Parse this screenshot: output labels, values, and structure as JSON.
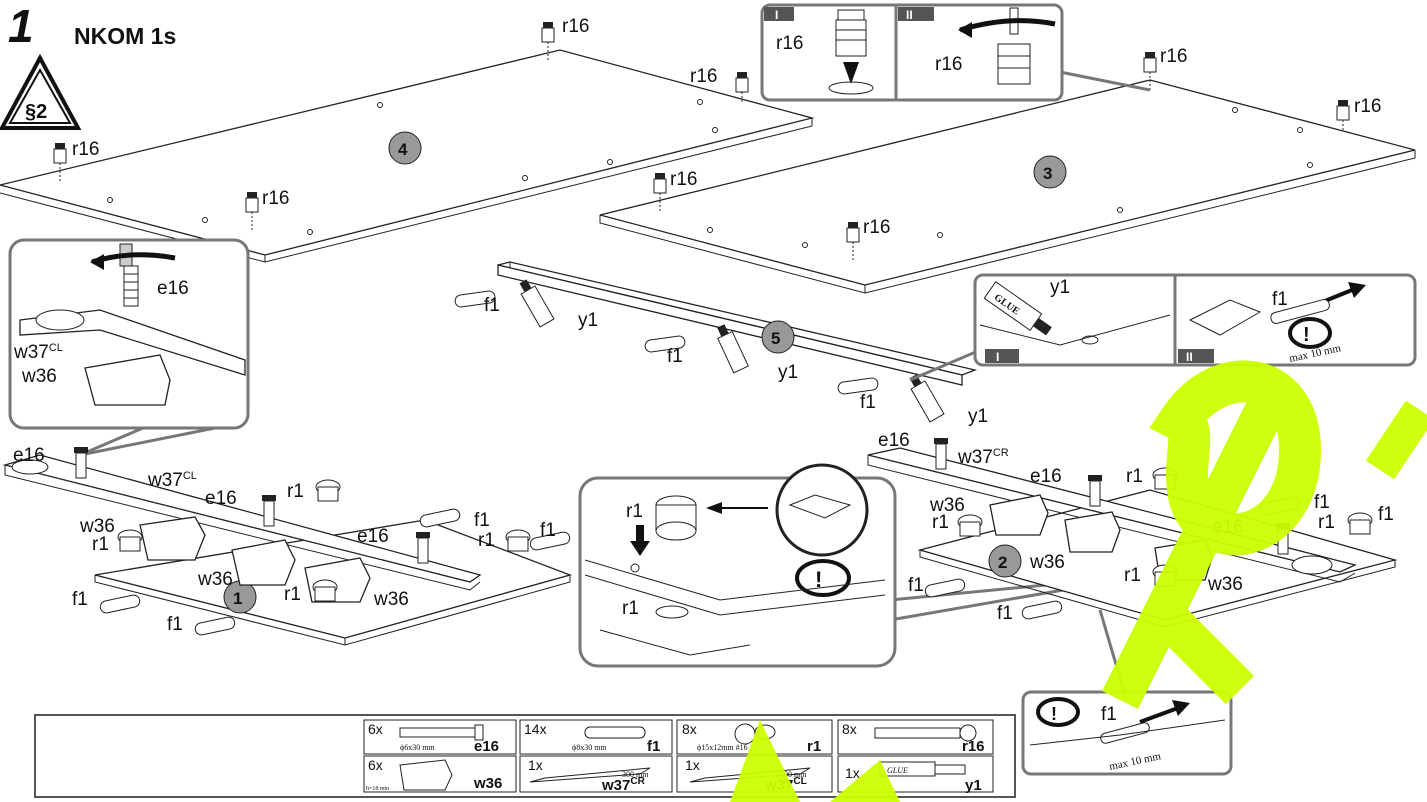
{
  "step": {
    "number": "1",
    "title": "NKOM 1s",
    "warning_symbol": "§2"
  },
  "panels": [
    "4",
    "3",
    "5",
    "1",
    "2"
  ],
  "labels": {
    "r16": "r16",
    "e16": "e16",
    "f1": "f1",
    "y1": "y1",
    "r1": "r1",
    "w36": "w36",
    "w37cl": "w37",
    "w37cr": "w37",
    "cl": "CL",
    "cr": "CR"
  },
  "callouts": {
    "stage_i": "I",
    "stage_ii": "II",
    "glue": "GLUE",
    "max": "max 10 mm",
    "exclamation": "!"
  },
  "parts_table": [
    {
      "qty": "6x",
      "spec": "ϕ6x30 mm",
      "code": "e16",
      "sup": ""
    },
    {
      "qty": "14x",
      "spec": "ϕ8x30 mm",
      "code": "f1",
      "sup": ""
    },
    {
      "qty": "8x",
      "spec": "ϕ15x12mm #16",
      "code": "r1",
      "sup": ""
    },
    {
      "qty": "8x",
      "spec": "",
      "code": "r16",
      "sup": ""
    },
    {
      "qty": "6x",
      "spec": "h=18 mm",
      "code": "w36",
      "sup": ""
    },
    {
      "qty": "1x",
      "spec": "300 mm",
      "code": "w37",
      "sup": "CR"
    },
    {
      "qty": "1x",
      "spec": "300 mm",
      "code": "w37",
      "sup": "CL"
    },
    {
      "qty": "1x",
      "spec": "GLUE",
      "code": "y1",
      "sup": ""
    }
  ],
  "colors": {
    "watermark": "#ccff00",
    "callout_border": "#777777",
    "tag": "#555555"
  }
}
